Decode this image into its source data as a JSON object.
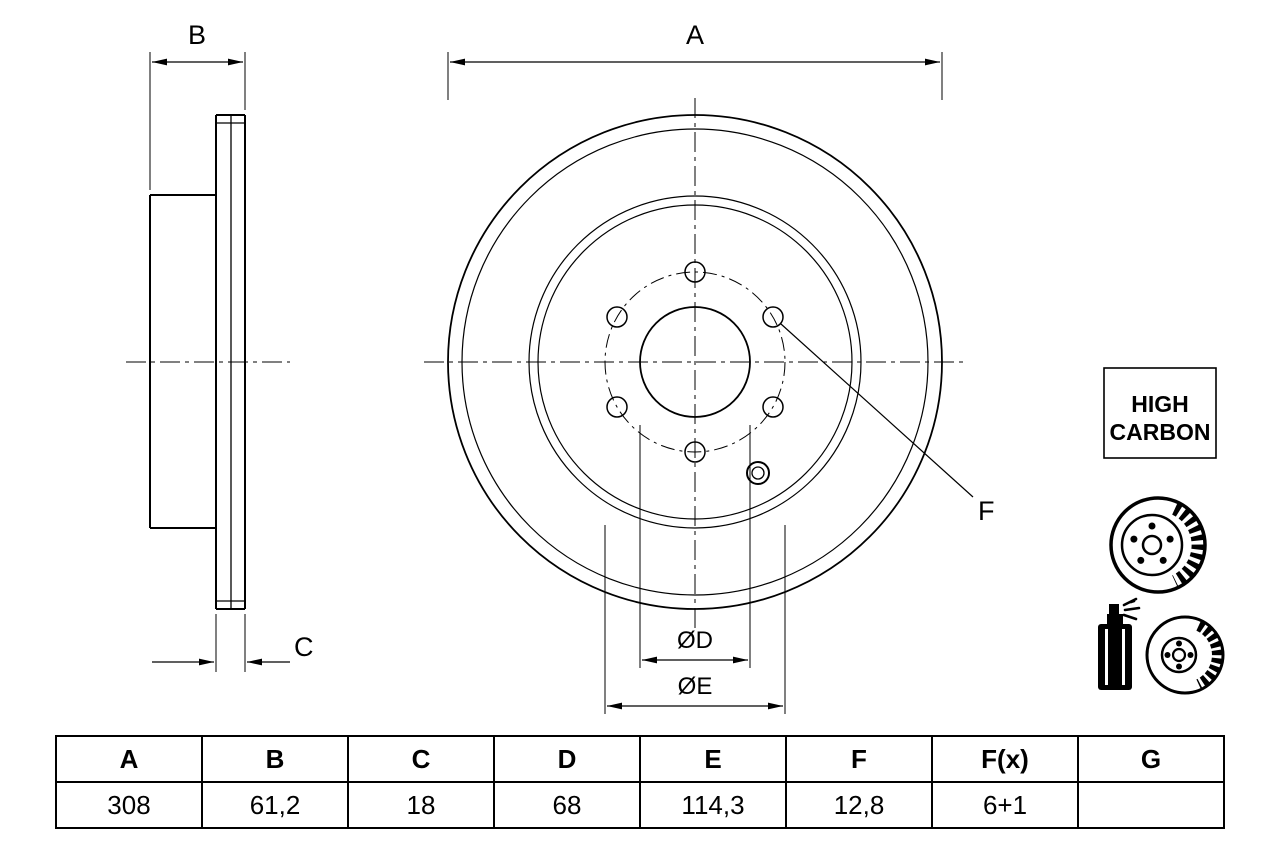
{
  "drawing": {
    "dim_a": "A",
    "dim_b": "B",
    "dim_c": "C",
    "dim_d": "ØD",
    "dim_e": "ØE",
    "dim_f": "F"
  },
  "badge": {
    "line1": "HIGH",
    "line2": "CARBON"
  },
  "icons": {
    "disc": "brake-disc-icon",
    "spray": "spray-coating-icon"
  },
  "colors": {
    "line": "#000000",
    "background": "#ffffff"
  },
  "table": {
    "headers": [
      "A",
      "B",
      "C",
      "D",
      "E",
      "F",
      "F(x)",
      "G"
    ],
    "values": [
      "308",
      "61,2",
      "18",
      "68",
      "114,3",
      "12,8",
      "6+1",
      ""
    ]
  }
}
